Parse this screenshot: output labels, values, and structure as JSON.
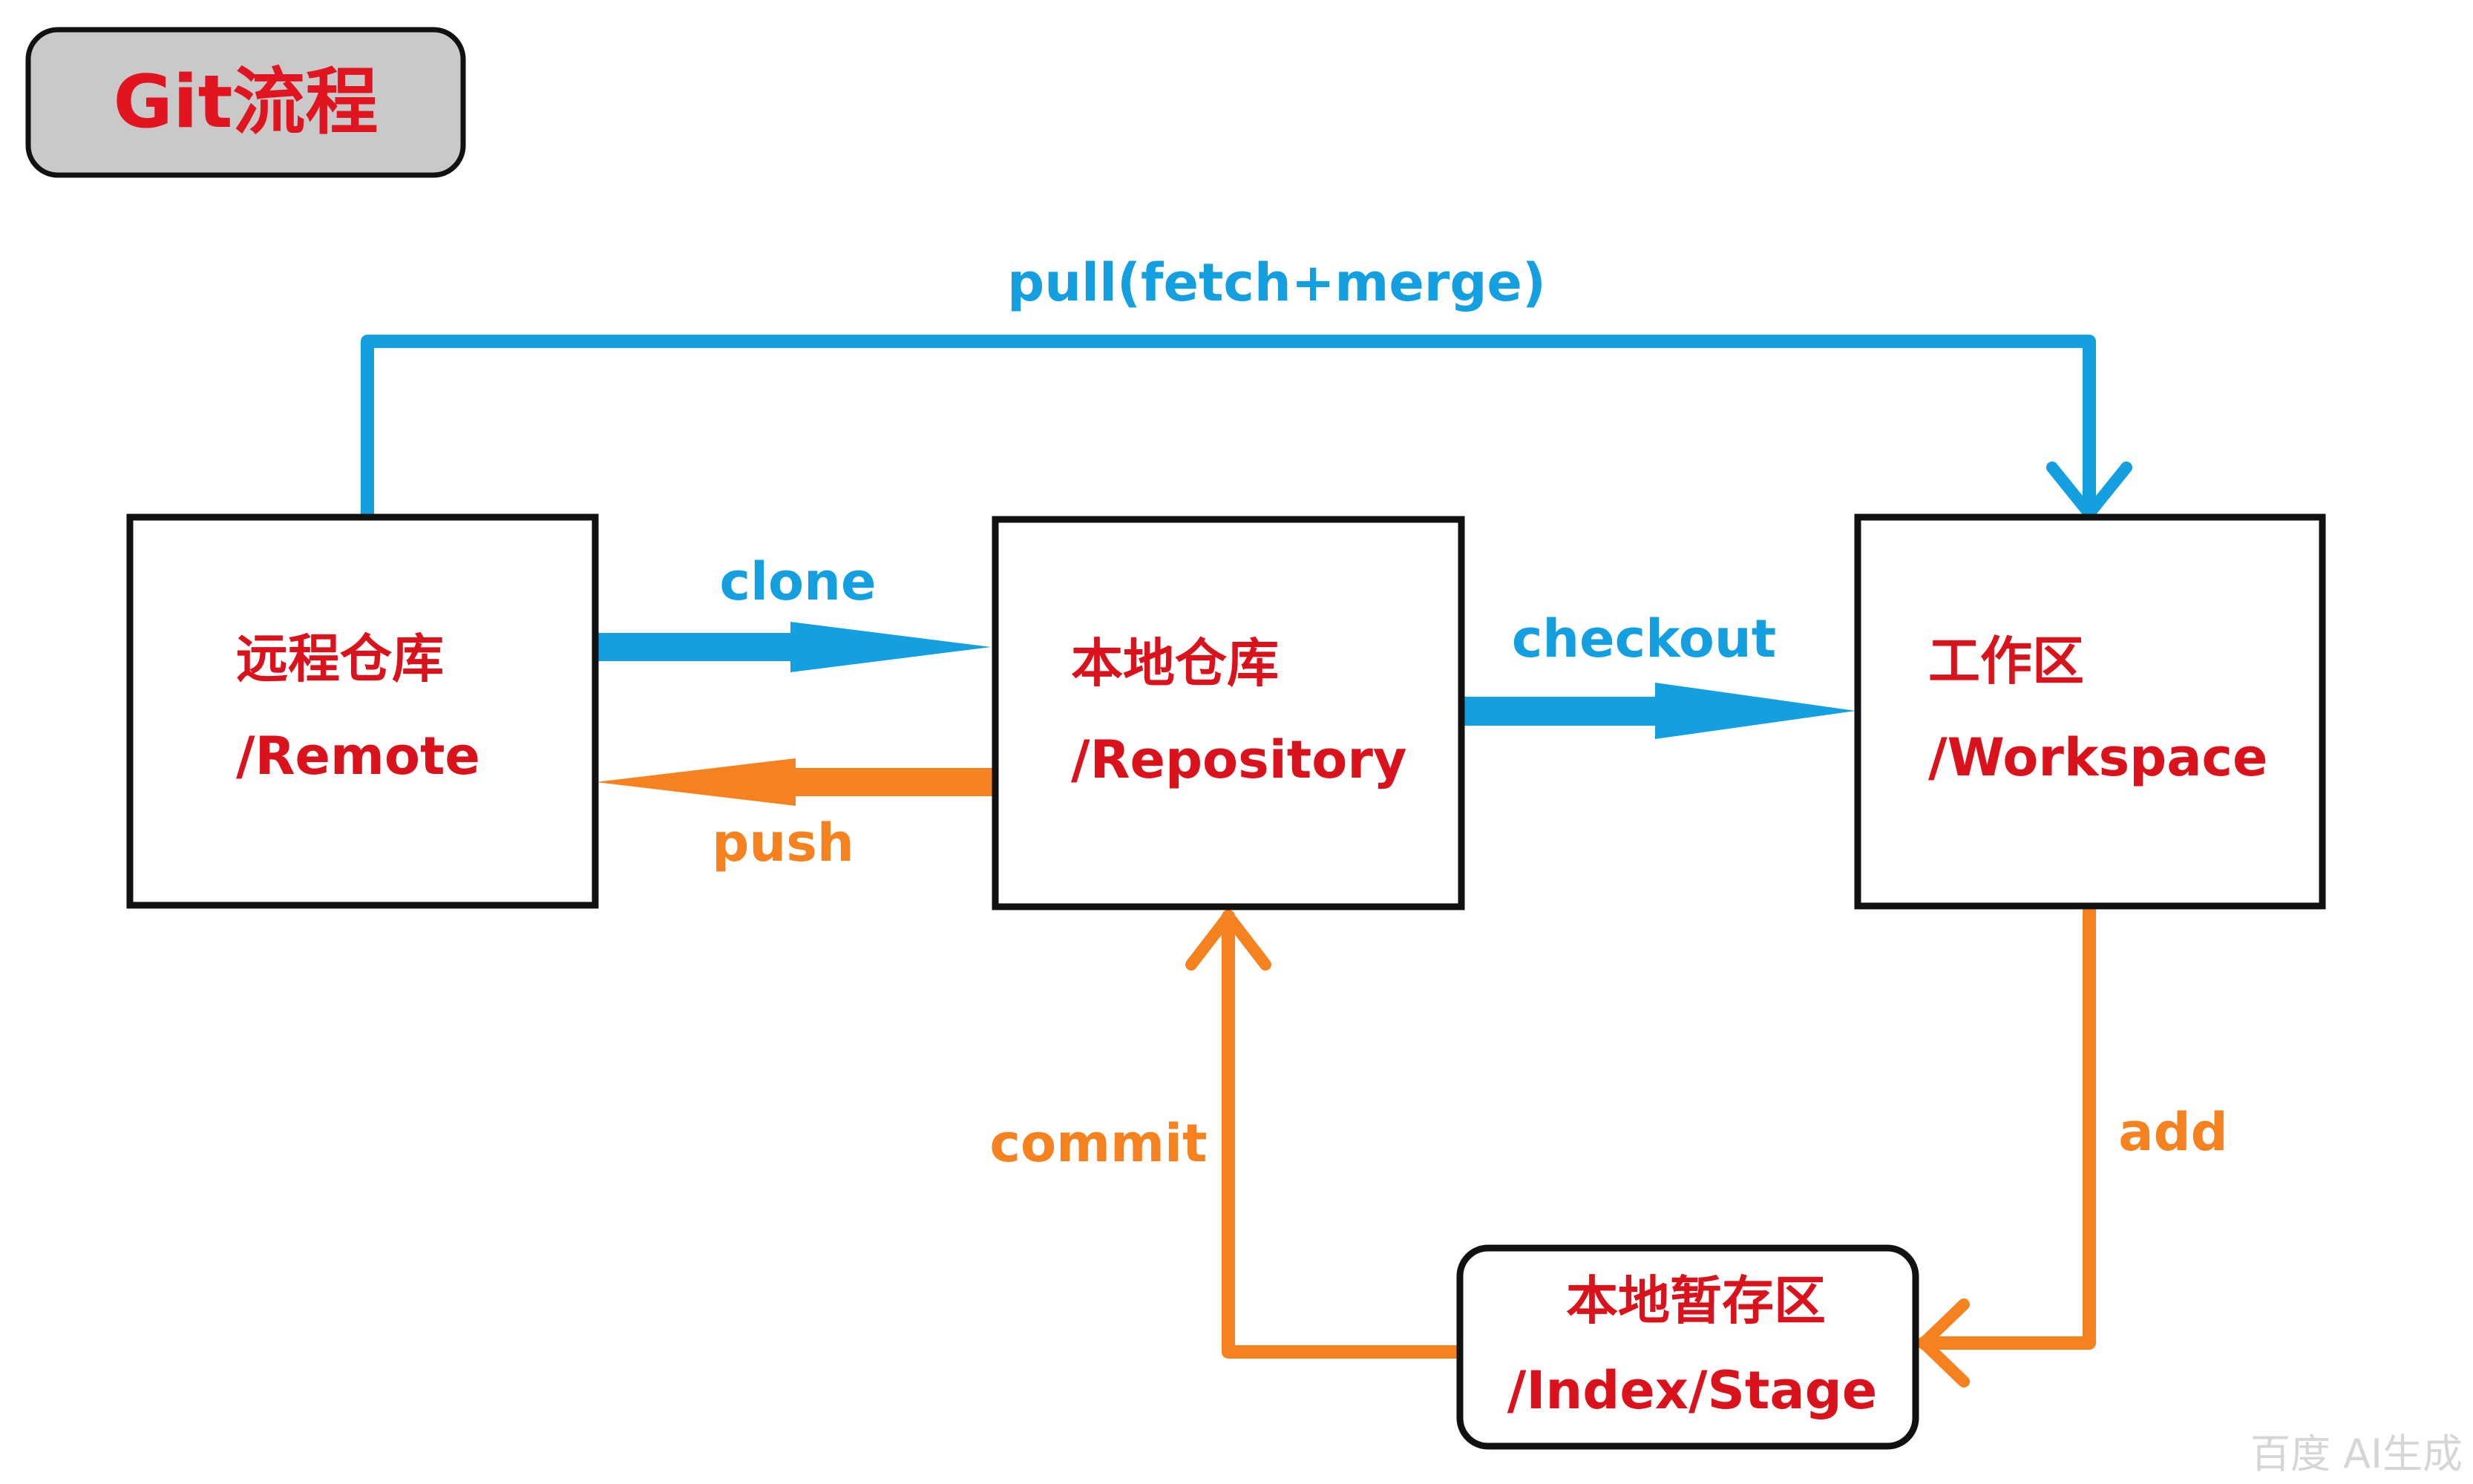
{
  "title": "Git流程",
  "nodes": {
    "remote": {
      "line1": "远程仓库",
      "line2": "/Remote"
    },
    "repository": {
      "line1": "本地仓库",
      "line2": "/Repository"
    },
    "workspace": {
      "line1": "工作区",
      "line2": "/Workspace"
    },
    "stage": {
      "line1": "本地暂存区",
      "line2": "/Index/Stage"
    }
  },
  "edges": {
    "pull": "pull(fetch+merge)",
    "clone": "clone",
    "push": "push",
    "checkout": "checkout",
    "commit": "commit",
    "add": "add"
  },
  "watermark": "百度 AI生成",
  "colors": {
    "title_fill": "#c9c9c9",
    "title_text": "#e0151f",
    "node_text": "#d9121c",
    "blue": "#139fe0",
    "orange": "#f5821f",
    "border": "#111111",
    "watermark": "#d6d6d6"
  }
}
